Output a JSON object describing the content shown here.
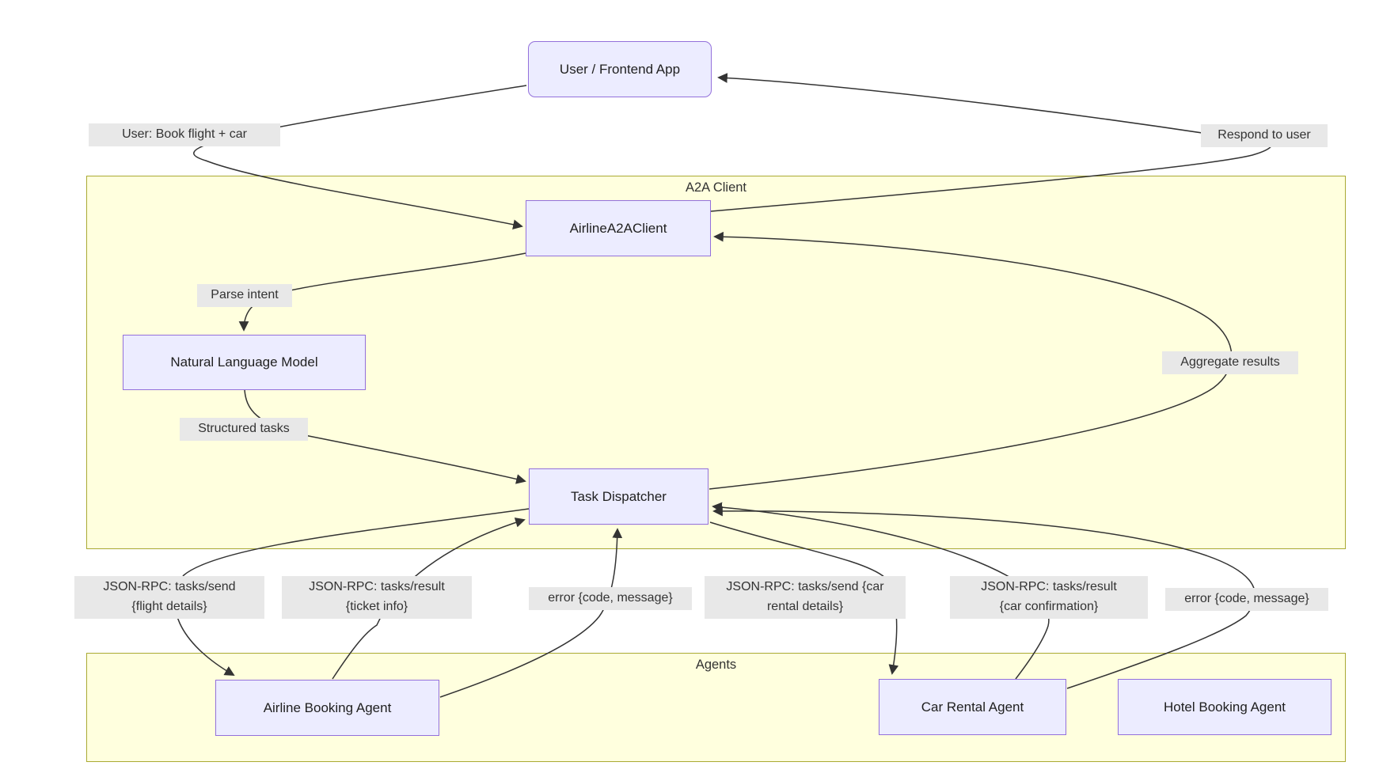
{
  "nodes": {
    "user": {
      "label": "User / Frontend App"
    },
    "airline_client": {
      "label": "AirlineA2AClient"
    },
    "nlm": {
      "label": "Natural Language Model"
    },
    "dispatcher": {
      "label": "Task Dispatcher"
    },
    "airline_agent": {
      "label": "Airline Booking Agent"
    },
    "car_agent": {
      "label": "Car Rental Agent"
    },
    "hotel_agent": {
      "label": "Hotel Booking Agent"
    }
  },
  "clusters": {
    "a2a_client": {
      "title": "A2A Client"
    },
    "agents": {
      "title": "Agents"
    }
  },
  "edge_labels": {
    "user_request": "User: Book flight + car",
    "respond": "Respond to user",
    "parse_intent": "Parse intent",
    "structured_tasks": "Structured tasks",
    "aggregate": "Aggregate results",
    "send_flight": "JSON-RPC: tasks/send\n{flight details}",
    "result_ticket": "JSON-RPC: tasks/result\n{ticket info}",
    "error_left": "error {code, message}",
    "send_car": "JSON-RPC: tasks/send {car\nrental details}",
    "result_car": "JSON-RPC: tasks/result\n{car confirmation}",
    "error_right": "error {code, message}"
  },
  "colors": {
    "node_fill": "#ECECFF",
    "node_border": "#9370DB",
    "cluster_fill": "#ffffde",
    "cluster_border": "#aaaa33",
    "edge_stroke": "#333333",
    "edge_label_bg": "#e8e8e8",
    "text": "#333333"
  }
}
